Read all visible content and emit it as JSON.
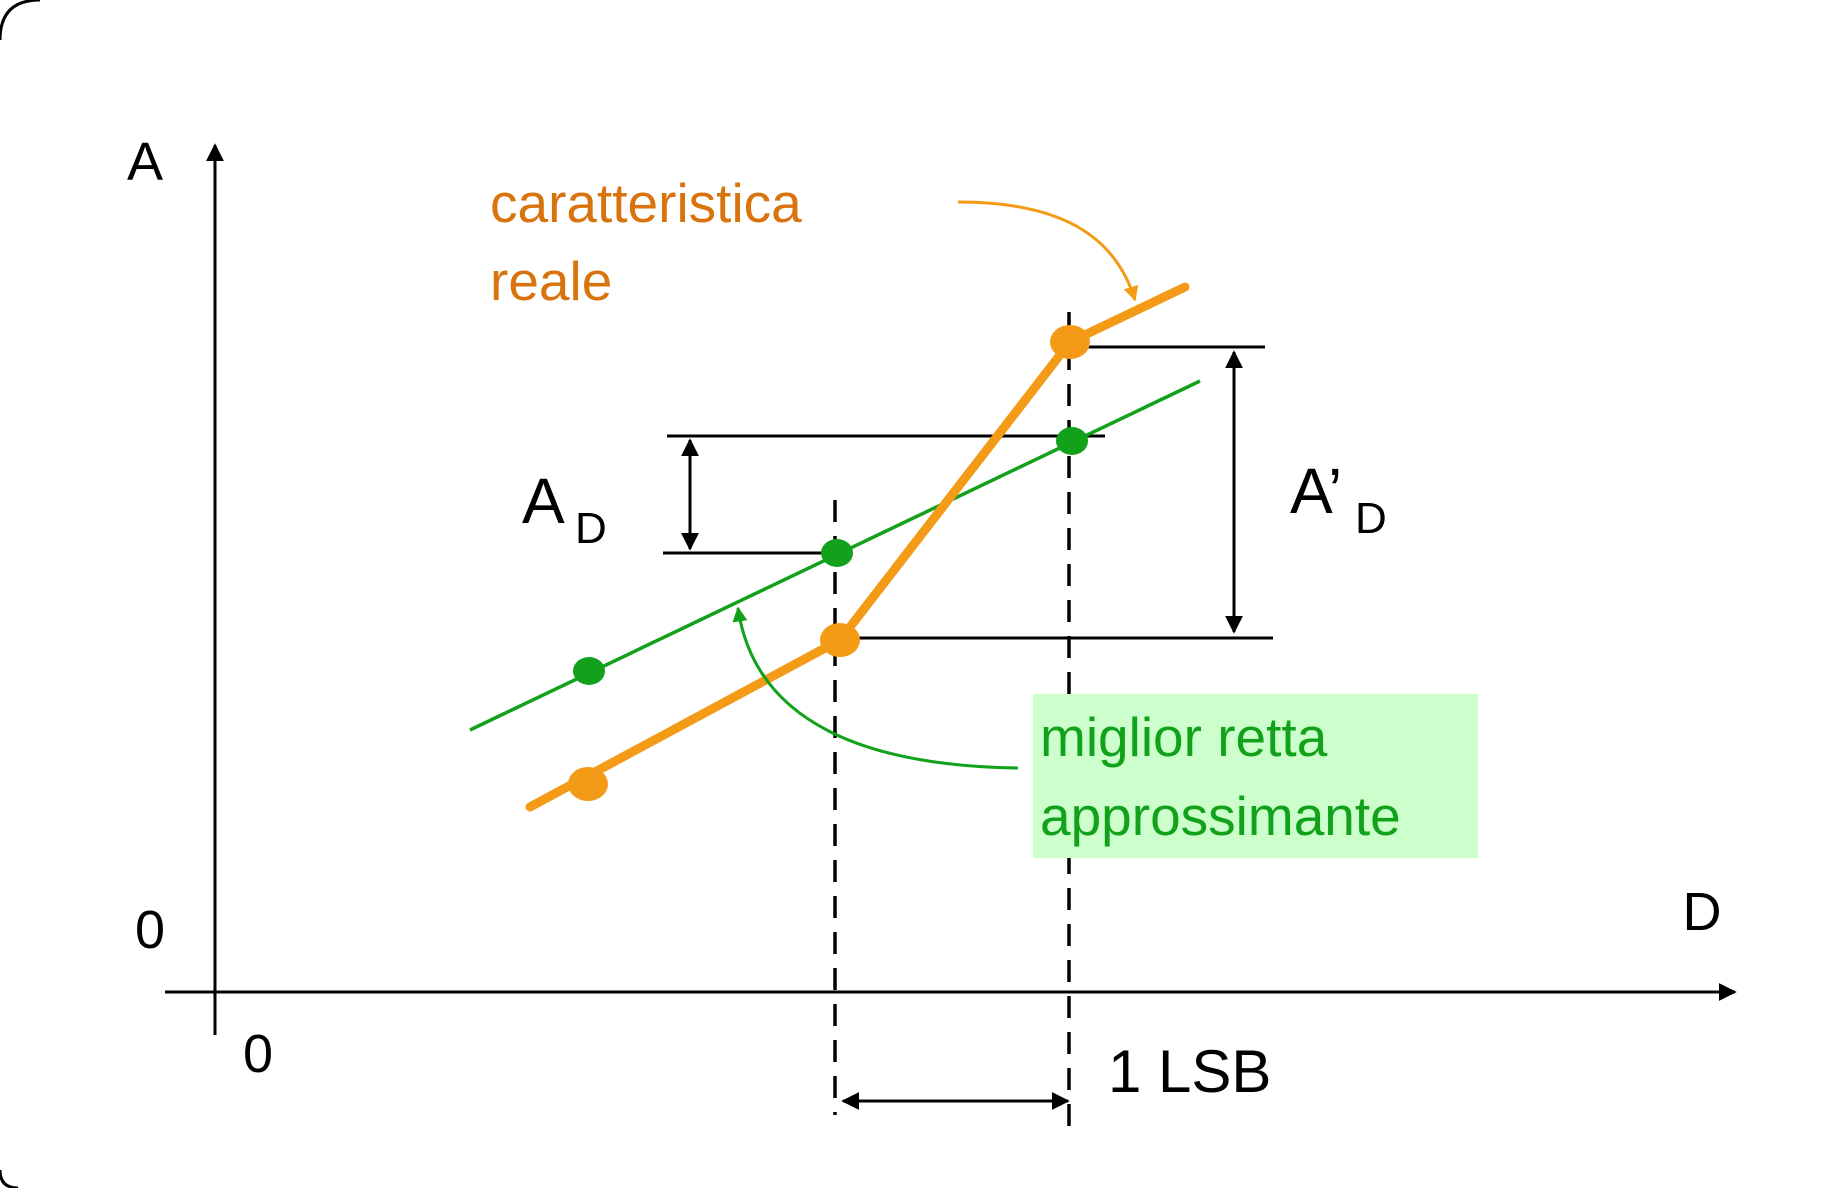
{
  "axes": {
    "y_label": "A",
    "x_label": "D",
    "y_origin_label": "0",
    "x_origin_label": "0"
  },
  "labels": {
    "real_characteristic_line1": "caratteristica",
    "real_characteristic_line2": "reale",
    "best_fit_line1": "miglior retta",
    "best_fit_line2": "approssimante",
    "a_d_main": "A",
    "a_d_sub": "D",
    "a_prime_d_main": "A’",
    "a_prime_d_sub": "D",
    "lsb": "1 LSB"
  },
  "colors": {
    "real_characteristic": "#f39a16",
    "real_label": "#d9730d",
    "best_fit": "#11a11a",
    "best_fit_label_bg": "#ccffcc",
    "axes": "#000000"
  }
}
